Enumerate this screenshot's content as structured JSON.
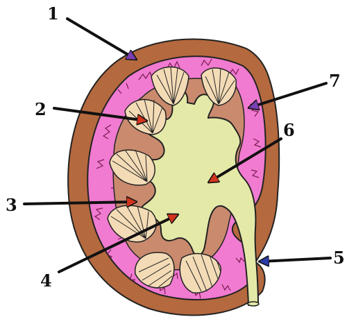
{
  "labels": [
    {
      "id": "1",
      "text": "1",
      "tip_color": "#7a3fb0"
    },
    {
      "id": "2",
      "text": "2",
      "tip_color": "#d2341e"
    },
    {
      "id": "3",
      "text": "3",
      "tip_color": "#d2341e"
    },
    {
      "id": "4",
      "text": "4",
      "tip_color": "#d2341e"
    },
    {
      "id": "5",
      "text": "5",
      "tip_color": "#2a3aa8"
    },
    {
      "id": "6",
      "text": "6",
      "tip_color": "#d2341e"
    },
    {
      "id": "7",
      "text": "7",
      "tip_color": "#7a3fb0"
    }
  ],
  "colors": {
    "capsule": "#b5693e",
    "cortex": "#f07bd0",
    "medulla_bg": "#c98a6e",
    "pyramid": "#f3dbb6",
    "pelvis": "#e4e9a8",
    "vessels": "#7a1b52",
    "outline": "#222222"
  }
}
